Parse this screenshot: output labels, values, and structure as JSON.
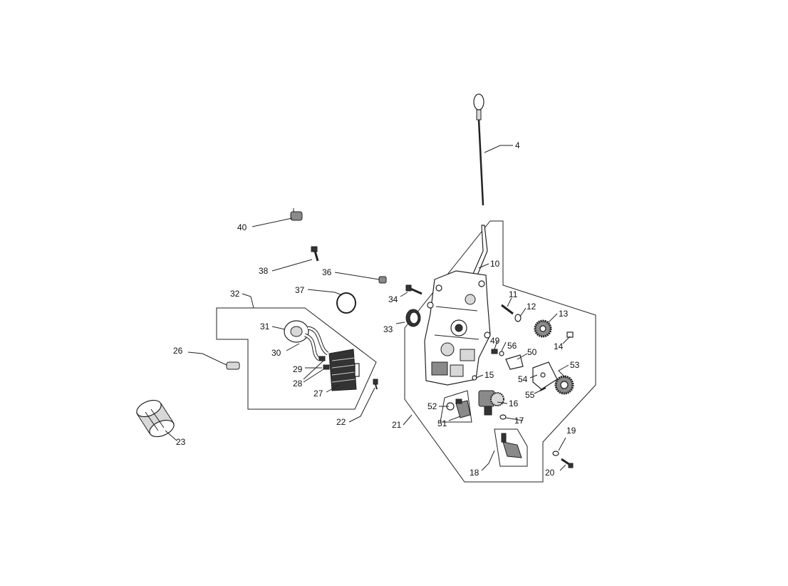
{
  "callouts": [
    "4",
    "10",
    "11",
    "12",
    "13",
    "14",
    "15",
    "16",
    "17",
    "18",
    "19",
    "20",
    "21",
    "22",
    "23",
    "26",
    "27",
    "28",
    "29",
    "30",
    "31",
    "32",
    "33",
    "34",
    "36",
    "37",
    "38",
    "40",
    "49",
    "50",
    "51",
    "52",
    "53",
    "54",
    "55",
    "56"
  ]
}
